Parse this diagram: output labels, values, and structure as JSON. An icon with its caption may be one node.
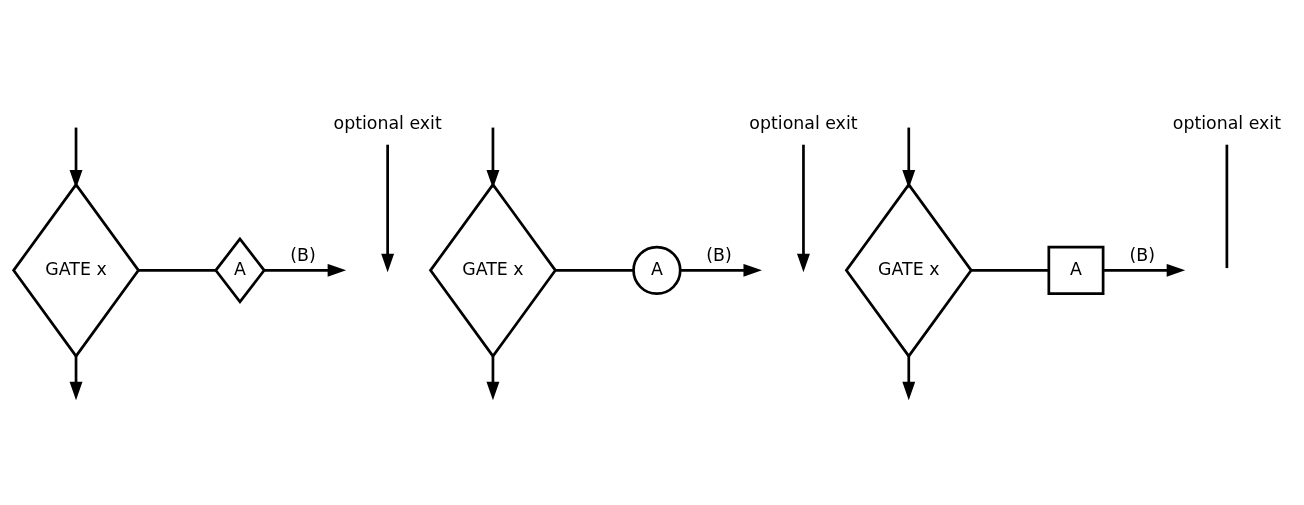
{
  "diagram": {
    "nodes": [
      {
        "text": [
          "GATE x"
        ]
      },
      {
        "text": [
          "A"
        ]
      },
      {
        "text": [
          "optional exit"
        ]
      },
      {
        "text": [
          "GATE x"
        ]
      },
      {
        "text": [
          "A"
        ]
      },
      {
        "text": [
          "optional exit"
        ]
      },
      {
        "text": [
          "GATE x"
        ]
      },
      {
        "text": [
          "A"
        ]
      },
      {
        "text": [
          "optional exit"
        ]
      }
    ],
    "edges": [
      {
        "from": null,
        "to": 0,
        "arrow": "to"
      },
      {
        "from": 0,
        "to": null,
        "arrow": "to"
      },
      {
        "from": 0,
        "to": 1,
        "arrow": "none"
      },
      {
        "from": 1,
        "to": null,
        "arrow": "to",
        "label": "(B)"
      },
      {
        "from": 2,
        "to": null,
        "arrow": "to"
      },
      {
        "from": null,
        "to": 3,
        "arrow": "to"
      },
      {
        "from": 3,
        "to": null,
        "arrow": "to"
      },
      {
        "from": 3,
        "to": 4,
        "arrow": "none"
      },
      {
        "from": 4,
        "to": null,
        "arrow": "to",
        "label": "(B)"
      },
      {
        "from": 5,
        "to": null,
        "arrow": "to"
      },
      {
        "from": null,
        "to": 6,
        "arrow": "to"
      },
      {
        "from": 6,
        "to": null,
        "arrow": "to"
      },
      {
        "from": 6,
        "to": 7,
        "arrow": "none"
      },
      {
        "from": 7,
        "to": null,
        "arrow": "to",
        "label": "(B)"
      },
      {
        "from": 8,
        "to": null,
        "arrow": "none"
      }
    ]
  }
}
